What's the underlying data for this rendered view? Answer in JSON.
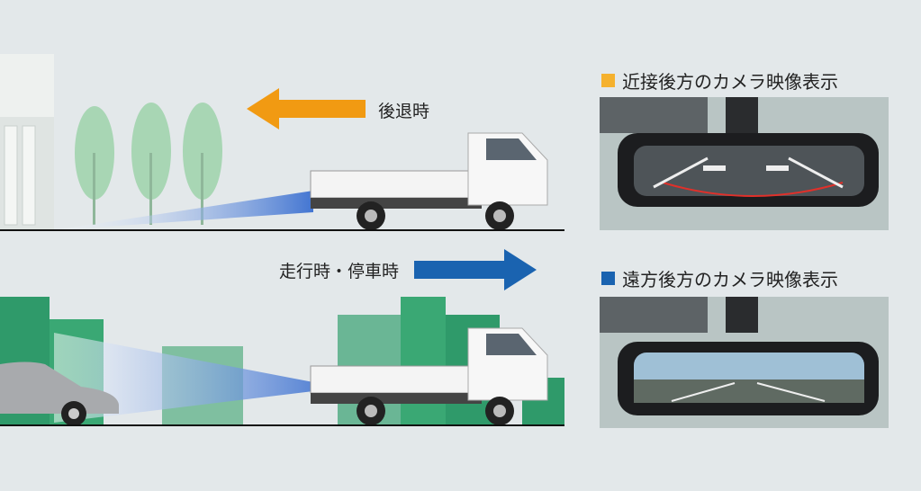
{
  "scenes": {
    "reverse": {
      "label": "後退時",
      "arrow_color": "#f19a12"
    },
    "driving": {
      "label": "走行時・停車時",
      "arrow_color": "#1a63b0"
    }
  },
  "legend": {
    "near": {
      "label": "近接後方のカメラ映像表示",
      "color": "#f5b12e"
    },
    "far": {
      "label": "遠方後方のカメラ映像表示",
      "color": "#1a63b0"
    }
  }
}
